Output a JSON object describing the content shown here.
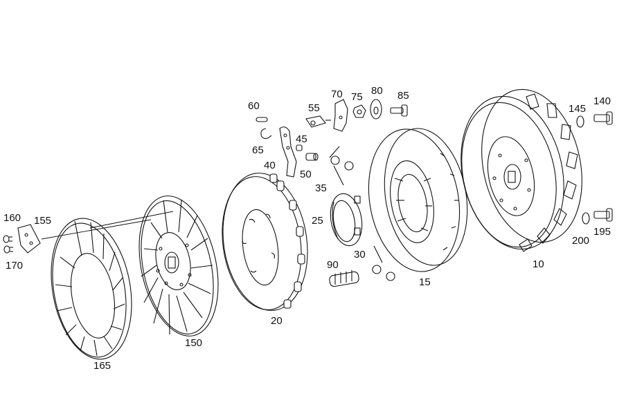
{
  "diagram": {
    "parts": [
      {
        "id": "10",
        "label": "10"
      },
      {
        "id": "15",
        "label": "15"
      },
      {
        "id": "20",
        "label": "20"
      },
      {
        "id": "25",
        "label": "25"
      },
      {
        "id": "30",
        "label": "30"
      },
      {
        "id": "35",
        "label": "35"
      },
      {
        "id": "40",
        "label": "40"
      },
      {
        "id": "45",
        "label": "45"
      },
      {
        "id": "50",
        "label": "50"
      },
      {
        "id": "55",
        "label": "55"
      },
      {
        "id": "60",
        "label": "60"
      },
      {
        "id": "65",
        "label": "65"
      },
      {
        "id": "70",
        "label": "70"
      },
      {
        "id": "75",
        "label": "75"
      },
      {
        "id": "80",
        "label": "80"
      },
      {
        "id": "85",
        "label": "85"
      },
      {
        "id": "90",
        "label": "90"
      },
      {
        "id": "140",
        "label": "140"
      },
      {
        "id": "145",
        "label": "145"
      },
      {
        "id": "150",
        "label": "150"
      },
      {
        "id": "155",
        "label": "155"
      },
      {
        "id": "160",
        "label": "160"
      },
      {
        "id": "165",
        "label": "165"
      },
      {
        "id": "170",
        "label": "170"
      },
      {
        "id": "195",
        "label": "195"
      },
      {
        "id": "200",
        "label": "200"
      }
    ]
  }
}
